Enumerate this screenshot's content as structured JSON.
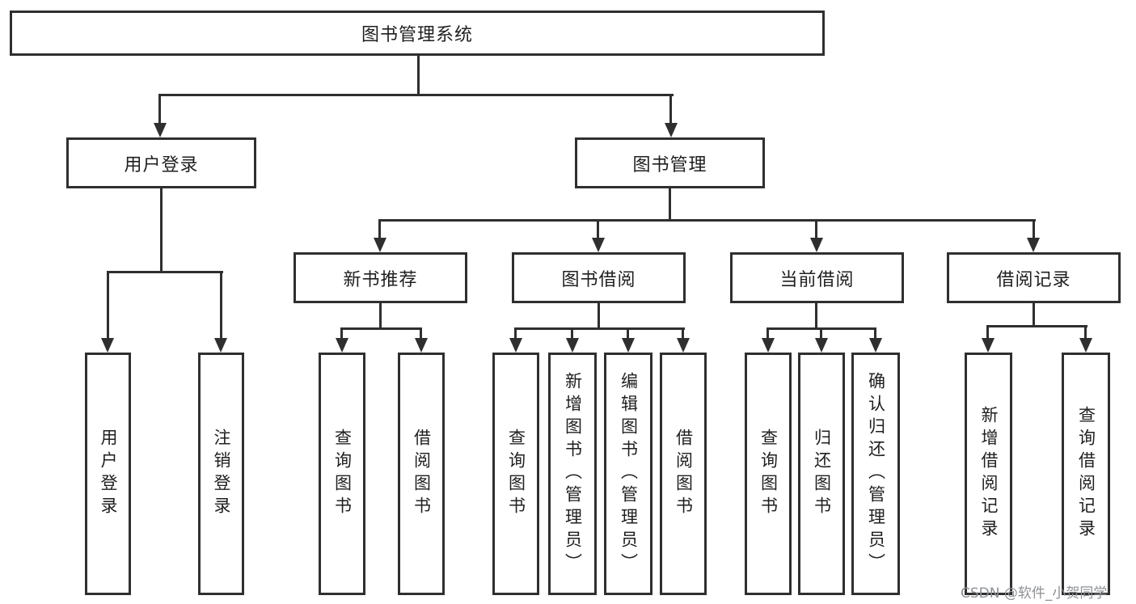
{
  "diagram": {
    "root": {
      "label": "图书管理系统"
    },
    "branches": [
      {
        "label": "用户登录",
        "children": [
          {
            "label": "用户登录"
          },
          {
            "label": "注销登录"
          }
        ]
      },
      {
        "label": "图书管理",
        "children": [
          {
            "label": "新书推荐",
            "children": [
              {
                "label": "查询图书"
              },
              {
                "label": "借阅图书"
              }
            ]
          },
          {
            "label": "图书借阅",
            "children": [
              {
                "label": "查询图书"
              },
              {
                "label": "新增图书（管理员）"
              },
              {
                "label": "编辑图书（管理员）"
              },
              {
                "label": "借阅图书"
              }
            ]
          },
          {
            "label": "当前借阅",
            "children": [
              {
                "label": "查询图书"
              },
              {
                "label": "归还图书"
              },
              {
                "label": "确认归还（管理员）"
              }
            ]
          },
          {
            "label": "借阅记录",
            "children": [
              {
                "label": "新增借阅记录"
              },
              {
                "label": "查询借阅记录"
              }
            ]
          }
        ]
      }
    ]
  },
  "watermark": {
    "text": "CSDN @软件_小贺同学"
  },
  "colors": {
    "line": "#2f2f2f",
    "text": "#1f1f1f",
    "watermark": "#8d9095",
    "background": "#ffffff"
  }
}
